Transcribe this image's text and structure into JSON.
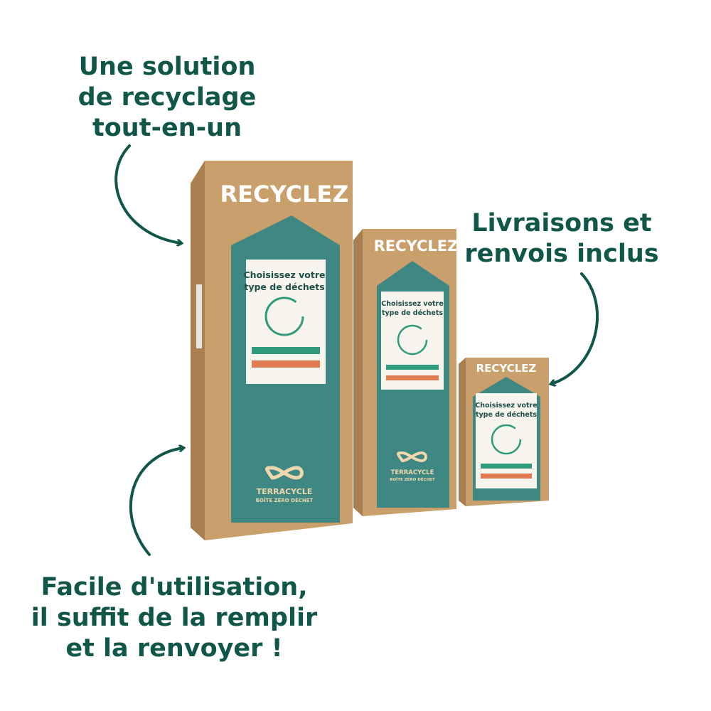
{
  "callouts": {
    "top_left": [
      "Une solution",
      "de recyclage",
      "tout-en-un"
    ],
    "right": [
      "Livraisons et",
      "renvois inclus"
    ],
    "bottom_left": [
      "Facile d'utilisation,",
      "il suffit de la remplir",
      "et la renvoyer !"
    ]
  },
  "boxes": {
    "top_word": "RECYCLEZ",
    "label_title_line1": "Choisissez votre",
    "label_title_line2": "type de déchets",
    "brand_line1": "TERRACYCLE",
    "brand_line2": "BOÎTE ZÉRO DÉCHET"
  },
  "colors": {
    "text_green": "#10574a",
    "box_kraft": "#c99f6b",
    "panel_teal": "#3f8782",
    "accent_green": "#2f9b7c",
    "accent_orange": "#e07b51"
  }
}
